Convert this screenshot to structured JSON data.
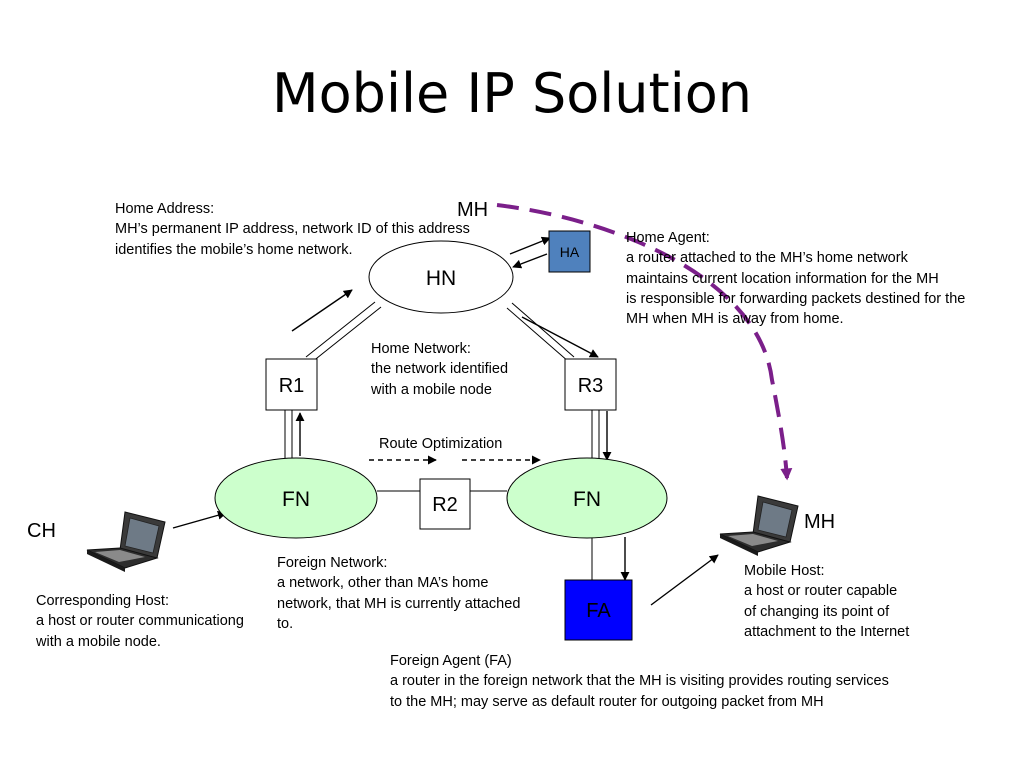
{
  "title": "Mobile IP Solution",
  "nodes": {
    "hn": "HN",
    "ha": "HA",
    "r1": "R1",
    "r2": "R2",
    "r3": "R3",
    "fn_left": "FN",
    "fn_right": "FN",
    "fa": "FA",
    "mh_top": "MH",
    "mh_right": "MH",
    "ch": "CH"
  },
  "labels": {
    "route_optimization": "Route Optimization"
  },
  "notes": {
    "home_address": "Home Address:\nMH’s permanent IP address, network ID of this address\nidentifies the mobile’s home network.",
    "home_agent": "Home Agent:\na router attached to the MH’s home network\nmaintains current location information for the MH\nis responsible for forwarding packets destined for the\nMH when MH is away from home.",
    "home_network": "Home Network:\nthe network identified\nwith a mobile node",
    "foreign_network": "Foreign Network:\na network, other than MA’s home\nnetwork, that MH is currently attached\nto.",
    "corresponding_host": "Corresponding Host:\na host or router communicationg\nwith a mobile node.",
    "mobile_host": "Mobile Host:\na host or router capable\nof changing its point of\nattachment to the Internet",
    "foreign_agent": "Foreign Agent (FA)\na router in the foreign network that the MH is visiting provides routing services\nto the MH; may serve as default router for outgoing packet from MH"
  },
  "colors": {
    "fn_fill": "#ccffcc",
    "ha_fill": "#4f81bd",
    "fa_fill": "#0000ff",
    "migration_path": "#7b1f8a"
  },
  "icons": {
    "ch_device": "laptop-icon",
    "mh_device": "laptop-icon"
  }
}
